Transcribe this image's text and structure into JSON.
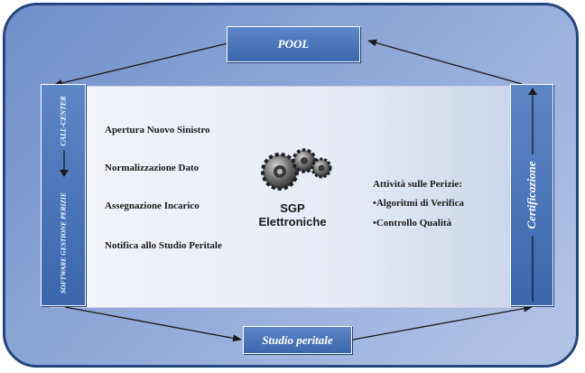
{
  "diagram": {
    "top_box": "POOL",
    "bottom_box": "Studio peritale",
    "left_bar_top": "CALL-CENTER",
    "left_bar_bottom": "SOFTWARE GESTIONE PERIZIE",
    "right_bar": "Certificazione",
    "steps": [
      "Apertura Nuovo Sinistro",
      "Normalizzazione Dato",
      "Assegnazione Incarico",
      "Notifica allo Studio Peritale"
    ],
    "center_title_line1": "SGP",
    "center_title_line2": "Elettroniche",
    "activities_title": "Attività sulle Perizie:",
    "activities": [
      "•Algoritmi di Verifica",
      "•Controllo Qualità"
    ],
    "gear_icon": "gears-icon",
    "colors": {
      "frame_border": "#23467e",
      "box_fill": "#4a74b8",
      "arrow": "#1a1a1a"
    }
  }
}
